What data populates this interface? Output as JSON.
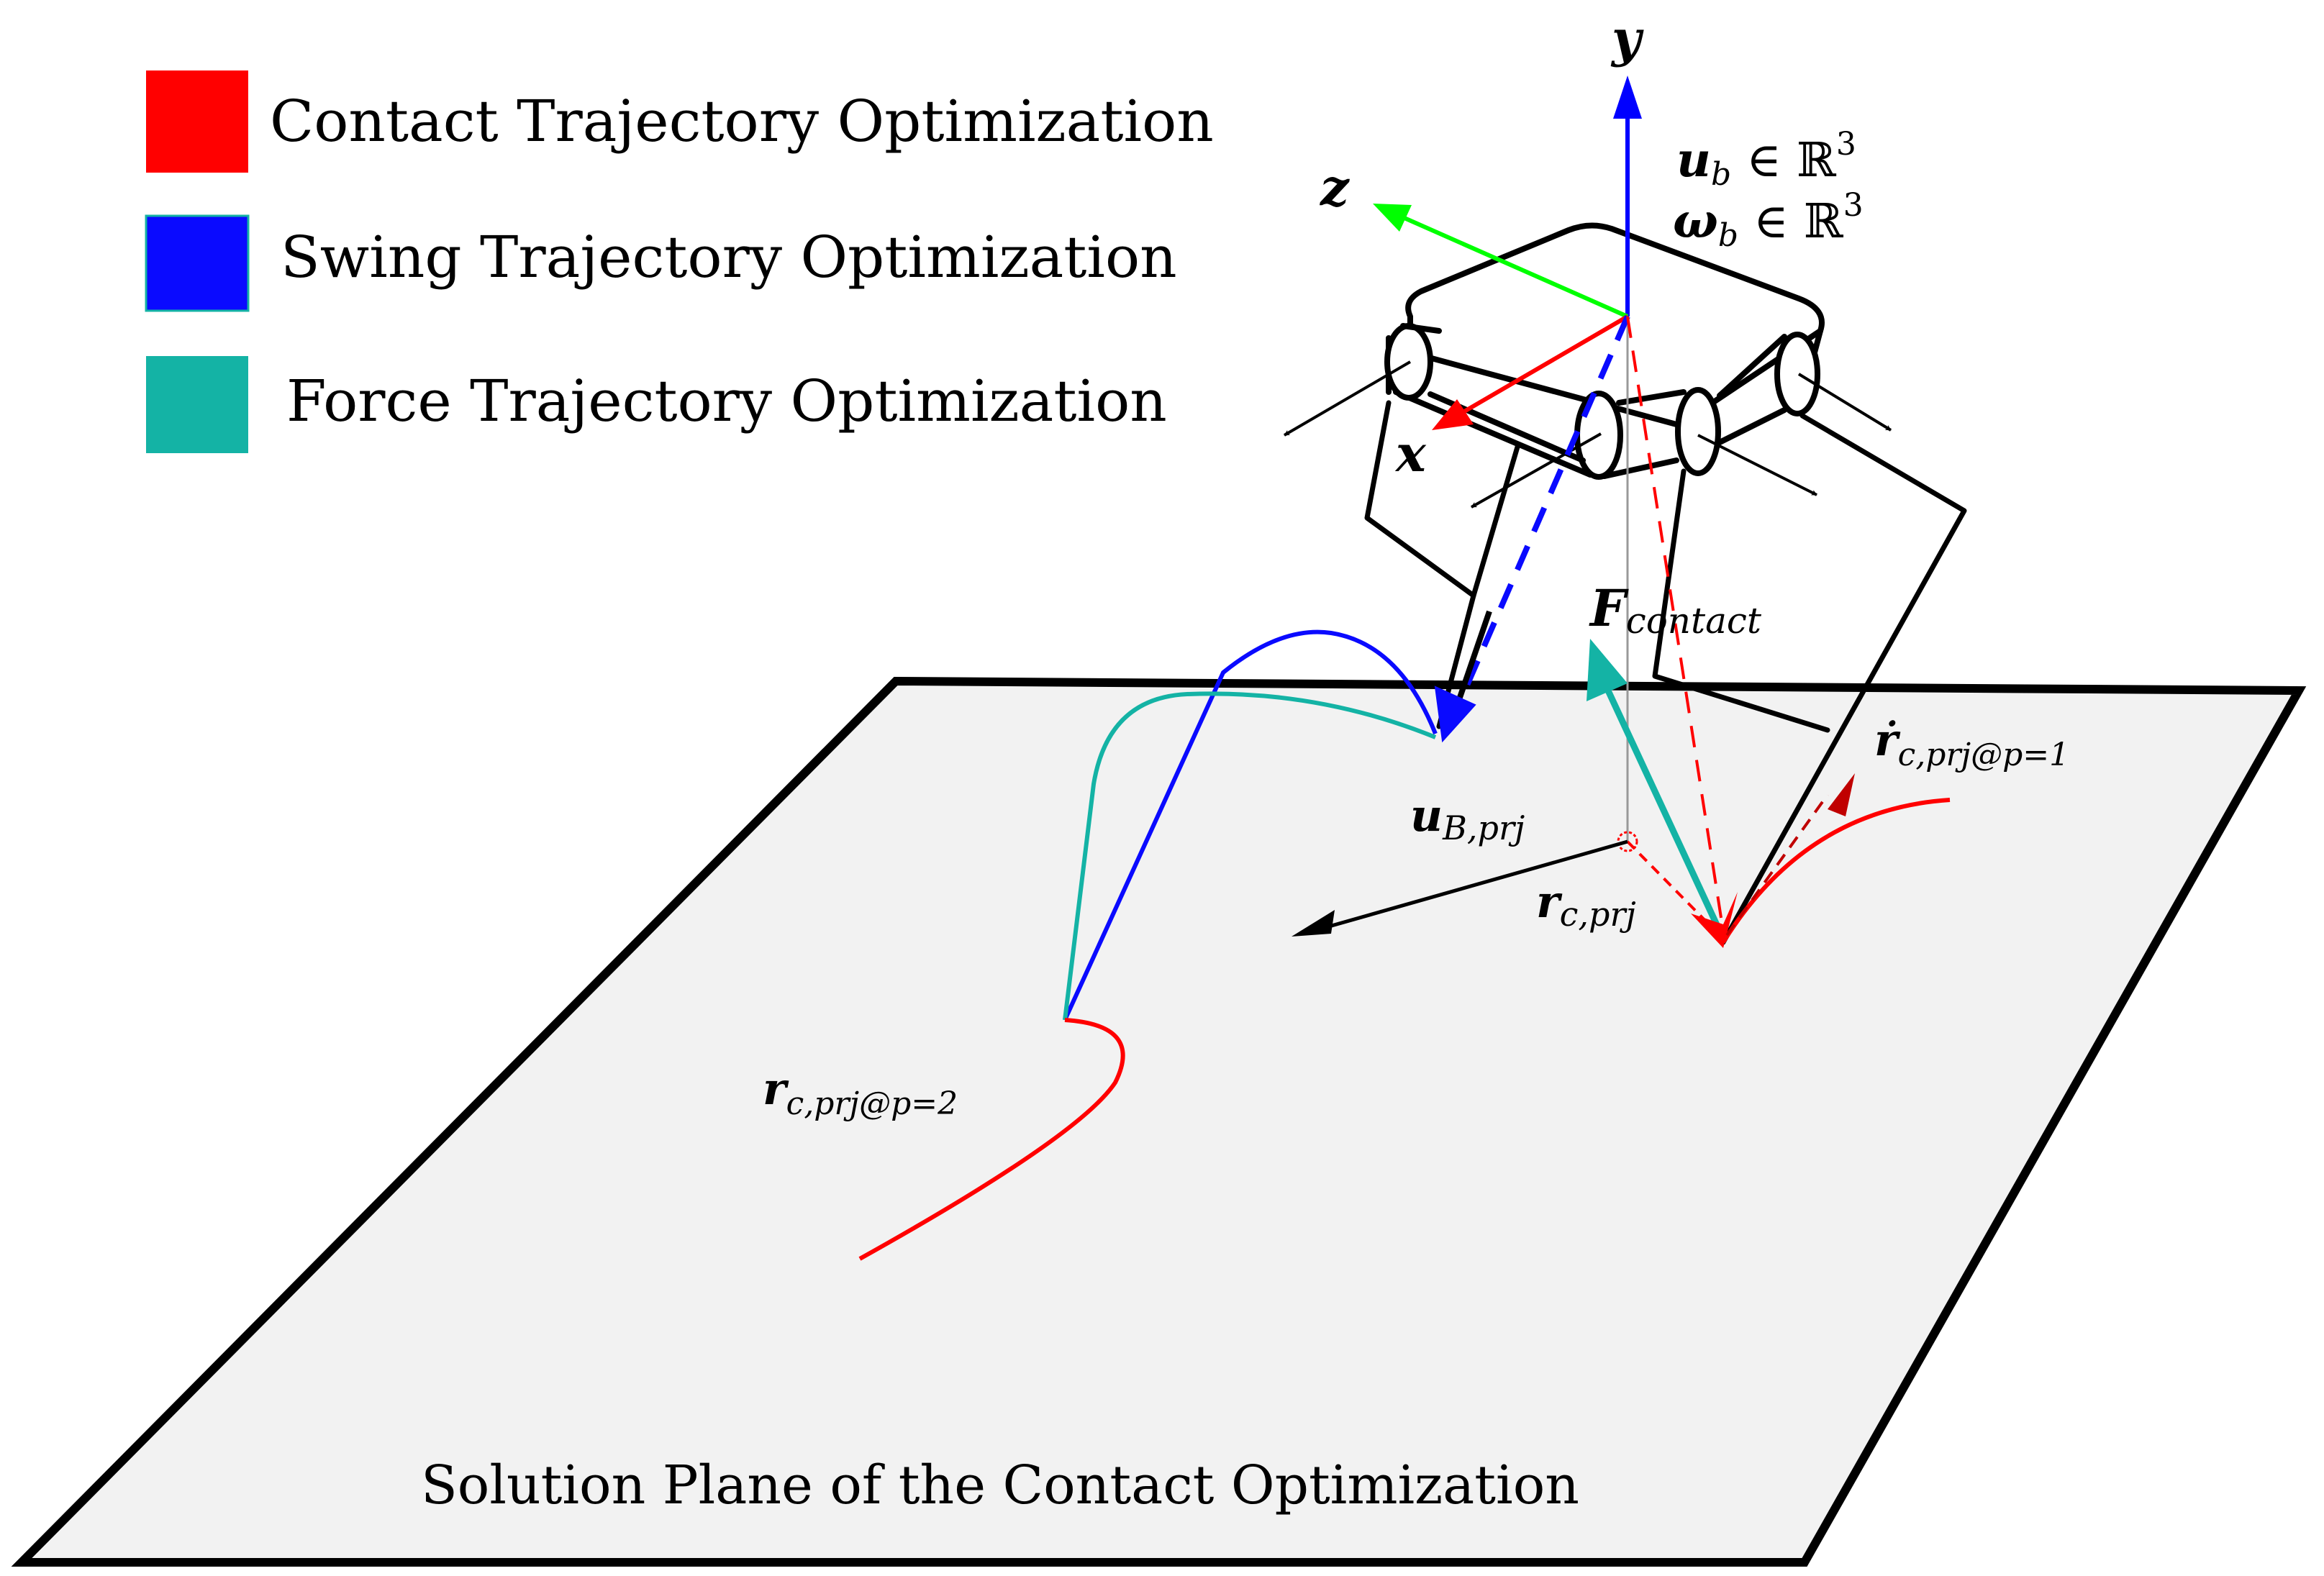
{
  "legend": [
    {
      "label": "Contact Trajectory Optimization",
      "color": "#ff0000"
    },
    {
      "label": "Swing Trajectory Optimization",
      "color": "#0a0aff"
    },
    {
      "label": "Force Trajectory Optimization",
      "color": "#14b3a5"
    }
  ],
  "plane": {
    "caption": "Solution Plane of the Contact Optimization",
    "fill": "#f2f2f2"
  },
  "axes": {
    "y": {
      "label": "y",
      "color": "#0000ff"
    },
    "z": {
      "label": "z",
      "color": "#00ff00"
    },
    "x": {
      "label": "x",
      "color": "#ff0000"
    }
  },
  "math_labels": {
    "ub": {
      "main": "u",
      "sub": "b",
      "rel": " ∈ ℝ",
      "sup": "3"
    },
    "wb": {
      "main": "ω",
      "sub": "b",
      "rel": " ∈ ℝ",
      "sup": "3"
    },
    "fcontact": {
      "main": "F",
      "sub": "contact"
    },
    "ubprj": {
      "main": "u",
      "sub": "B,prj"
    },
    "rcprj": {
      "main": "r",
      "sub": "c,prj"
    },
    "rdot": {
      "main": "ṙ",
      "sub": "c,prj@p=1"
    },
    "rp2": {
      "main": "r",
      "sub": "c,prj@p=2"
    }
  },
  "colors": {
    "contact": "#ff0000",
    "contact_dark": "#c00000",
    "swing": "#0a0aff",
    "force": "#14b3a5"
  }
}
